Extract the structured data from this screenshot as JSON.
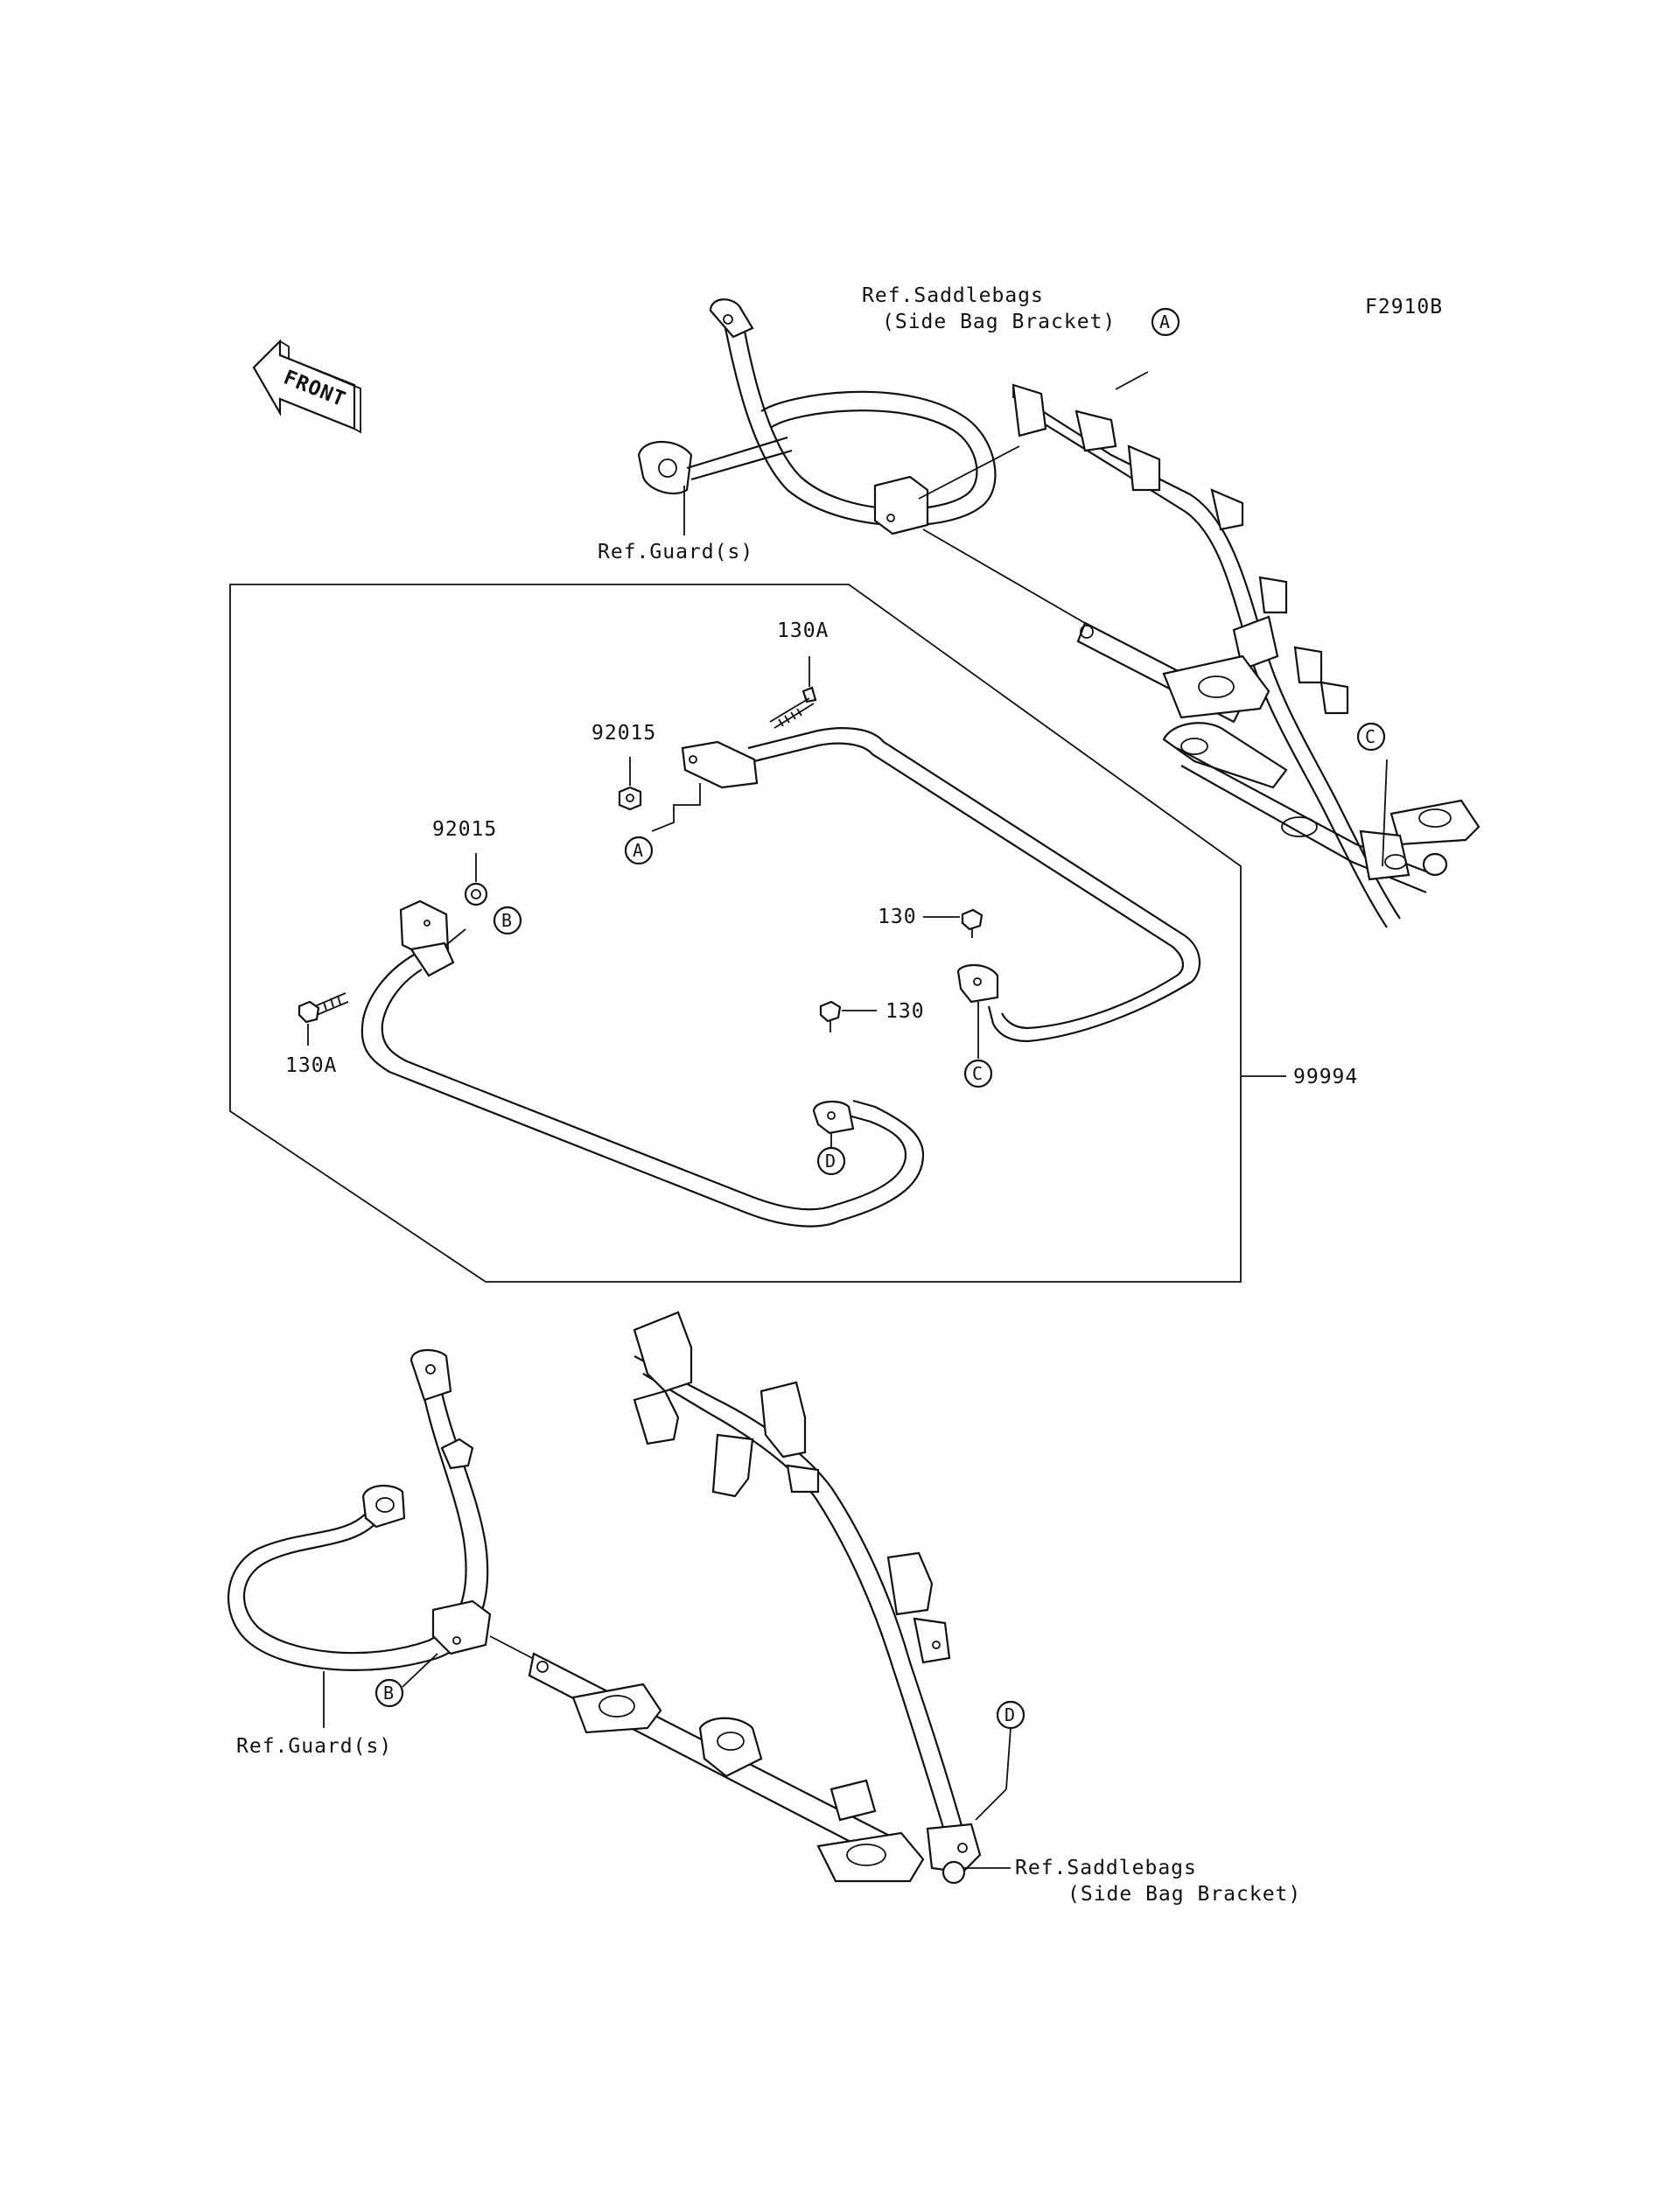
{
  "figure_code": "F2910B",
  "front_arrow": {
    "label": "FRONT",
    "icon": "front-direction-arrow-icon"
  },
  "callouts": {
    "ref_saddlebags_top": {
      "line1": "Ref.Saddlebags",
      "line2": "(Side Bag Bracket)"
    },
    "ref_guards_top": "Ref.Guard(s)",
    "ref_guards_bottom": "Ref.Guard(s)",
    "ref_saddlebags_bottom": {
      "line1": "Ref.Saddlebags",
      "line2": "(Side Bag Bracket)"
    }
  },
  "parts": {
    "bolt_130A_upper": "130A",
    "nut_92015_upper": "92015",
    "nut_92015_left": "92015",
    "bolt_130A_left": "130A",
    "bolt_130_right": "130",
    "bolt_130_middle": "130",
    "assembly": "99994"
  },
  "connection_markers": {
    "a": "A",
    "b": "B",
    "c": "C",
    "d": "D"
  }
}
